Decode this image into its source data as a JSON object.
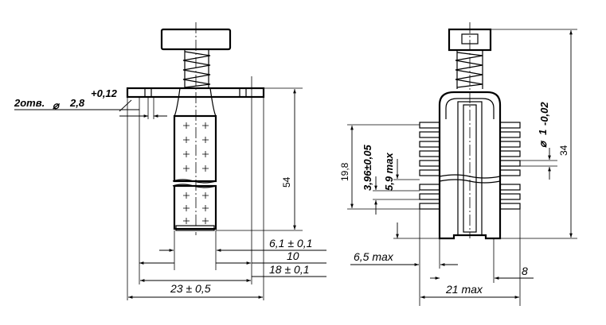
{
  "left_view": {
    "holes_note": "2отв.",
    "diameter_symbol": "⌀",
    "hole_diameter": "2,8",
    "hole_tolerance": "+0,12",
    "height_dim": "54",
    "dim_inner": "6,1 ± 0,1",
    "dim_middle": "10",
    "dim_outer": "18 ± 0,1",
    "dim_overall": "23 ± 0,5"
  },
  "right_view": {
    "height_total": "34",
    "height_pins": "19,8",
    "pin_pitch": "3,96±0,05",
    "pin_span": "5,9 max",
    "pin_diameter_symbol": "⌀",
    "pin_diameter": "1",
    "pin_diameter_tol": "-0,02",
    "pin_protrusion": "6,5 max",
    "width_dim": "8",
    "width_max": "21 max"
  }
}
